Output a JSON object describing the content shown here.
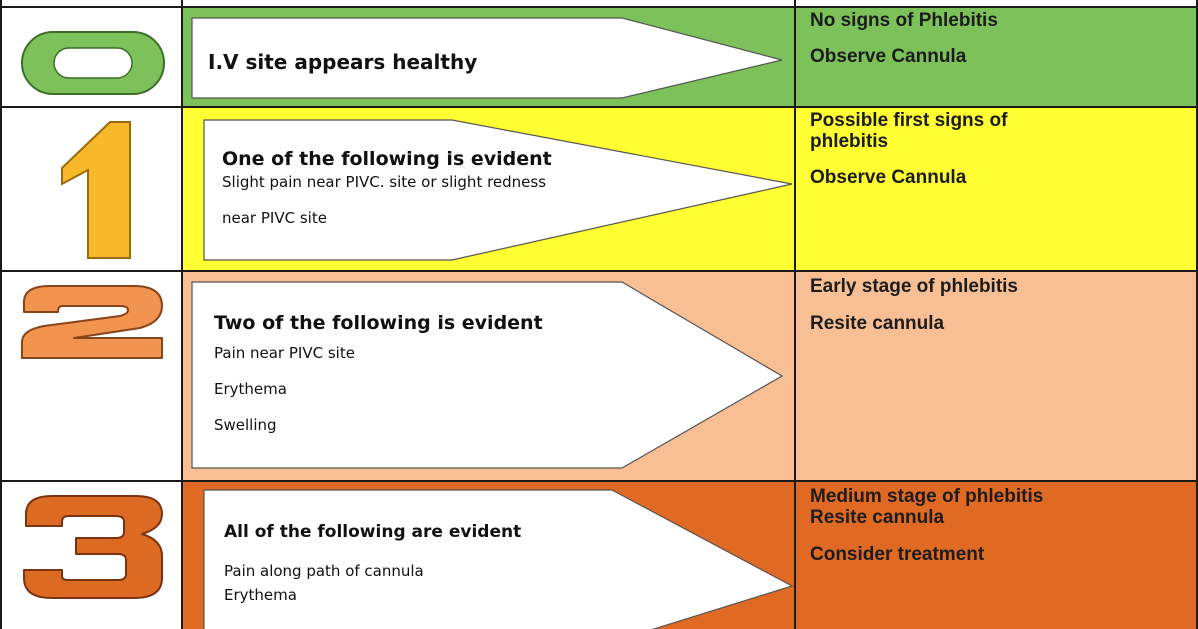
{
  "colors": {
    "grade0": "#7cc15a",
    "grade1": "#ffff33",
    "grade2": "#f8be94",
    "grade3": "#e06a24",
    "digit0": "#7cc15a",
    "digit1": "#f7b92a",
    "digit2": "#f09450",
    "digit3": "#dd6a22",
    "border": "#1a1a1a"
  },
  "rows": [
    {
      "grade": "0",
      "heading": "I.V site appears healthy",
      "items": [],
      "outcome": [
        "No signs of Phlebitis",
        "Observe Cannula"
      ]
    },
    {
      "grade": "1",
      "heading": "One of the following is evident",
      "items": [
        "Slight pain near PIVC. site or slight redness",
        "near PIVC site"
      ],
      "outcome": [
        "Possible first signs of",
        "phlebitis",
        "Observe Cannula"
      ]
    },
    {
      "grade": "2",
      "heading": "Two of the following is evident",
      "items": [
        "Pain near PIVC site",
        "Erythema",
        "Swelling"
      ],
      "outcome": [
        "Early stage of phlebitis",
        "Resite cannula"
      ]
    },
    {
      "grade": "3",
      "heading": "All of the following are evident",
      "items": [
        "Pain along path of cannula",
        "Erythema"
      ],
      "outcome": [
        "Medium stage of phlebitis",
        "Resite cannula",
        "Consider treatment"
      ]
    }
  ]
}
